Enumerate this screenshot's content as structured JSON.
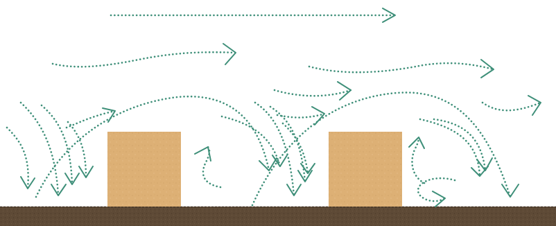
{
  "diagram": {
    "elements": [
      {
        "kind": "ground",
        "name": "ground-strip"
      },
      {
        "kind": "block",
        "name": "block-left"
      },
      {
        "kind": "block",
        "name": "block-right"
      }
    ],
    "colors": {
      "background": "#ffffff",
      "flow": "#3e8f79",
      "ground": "#5e4a36",
      "ground_edge": "#3f3022",
      "block": "#ddb075",
      "block_texture": "#c99c62"
    },
    "arrows": [
      {
        "name": "arrow-top-long"
      },
      {
        "name": "arrow-upper-left-wavy"
      },
      {
        "name": "arrow-upper-right-wavy"
      },
      {
        "name": "arrow-left-edge-down"
      },
      {
        "name": "arrow-left-down-1"
      },
      {
        "name": "arrow-left-down-2"
      },
      {
        "name": "arrow-left-down-3"
      },
      {
        "name": "arrow-left-upward-curl"
      },
      {
        "name": "arrow-big-arc-left"
      },
      {
        "name": "arrow-eddy-between-blocks"
      },
      {
        "name": "arrow-middle-down-curl"
      },
      {
        "name": "arrow-middle-upper-right"
      },
      {
        "name": "arrow-middle-down-1"
      },
      {
        "name": "arrow-middle-down-2"
      },
      {
        "name": "arrow-middle-down-3"
      },
      {
        "name": "arrow-middle-right-rising"
      },
      {
        "name": "arrow-big-arc-right"
      },
      {
        "name": "arrow-right-eddy-up"
      },
      {
        "name": "arrow-right-ground-curl"
      },
      {
        "name": "arrow-far-right-down"
      },
      {
        "name": "arrow-far-right-swoop"
      },
      {
        "name": "arrow-far-right-up"
      }
    ]
  }
}
